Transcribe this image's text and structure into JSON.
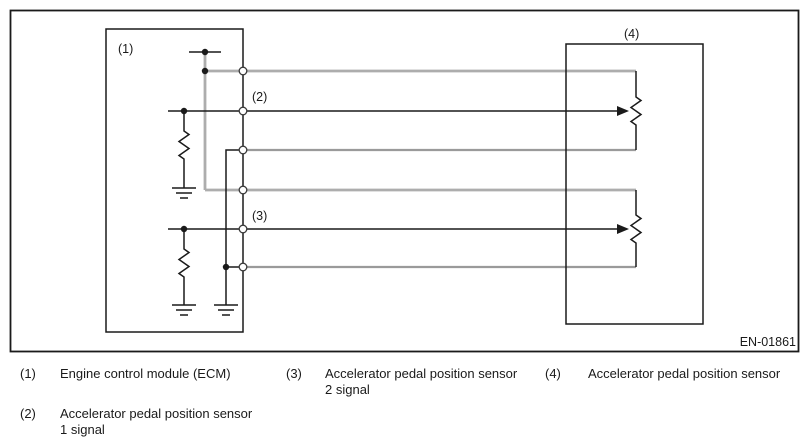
{
  "diagram": {
    "figure_id": "EN-01861",
    "labels": {
      "ecm": "(1)",
      "signal1": "(2)",
      "signal2": "(3)",
      "sensor": "(4)"
    },
    "colors": {
      "line_black": "#1a1a1a",
      "wire_gray_supply": "#adadad",
      "wire_gray_return": "#9a9a9a",
      "background": "#ffffff"
    }
  },
  "legend": {
    "items": [
      {
        "number": "(1)",
        "line1": "Engine control module (ECM)",
        "line2": ""
      },
      {
        "number": "(2)",
        "line1": "Accelerator pedal position sensor",
        "line2": "1 signal"
      },
      {
        "number": "(3)",
        "line1": "Accelerator pedal position sensor",
        "line2": "2 signal"
      },
      {
        "number": "(4)",
        "line1": "Accelerator pedal position sensor",
        "line2": ""
      }
    ]
  }
}
